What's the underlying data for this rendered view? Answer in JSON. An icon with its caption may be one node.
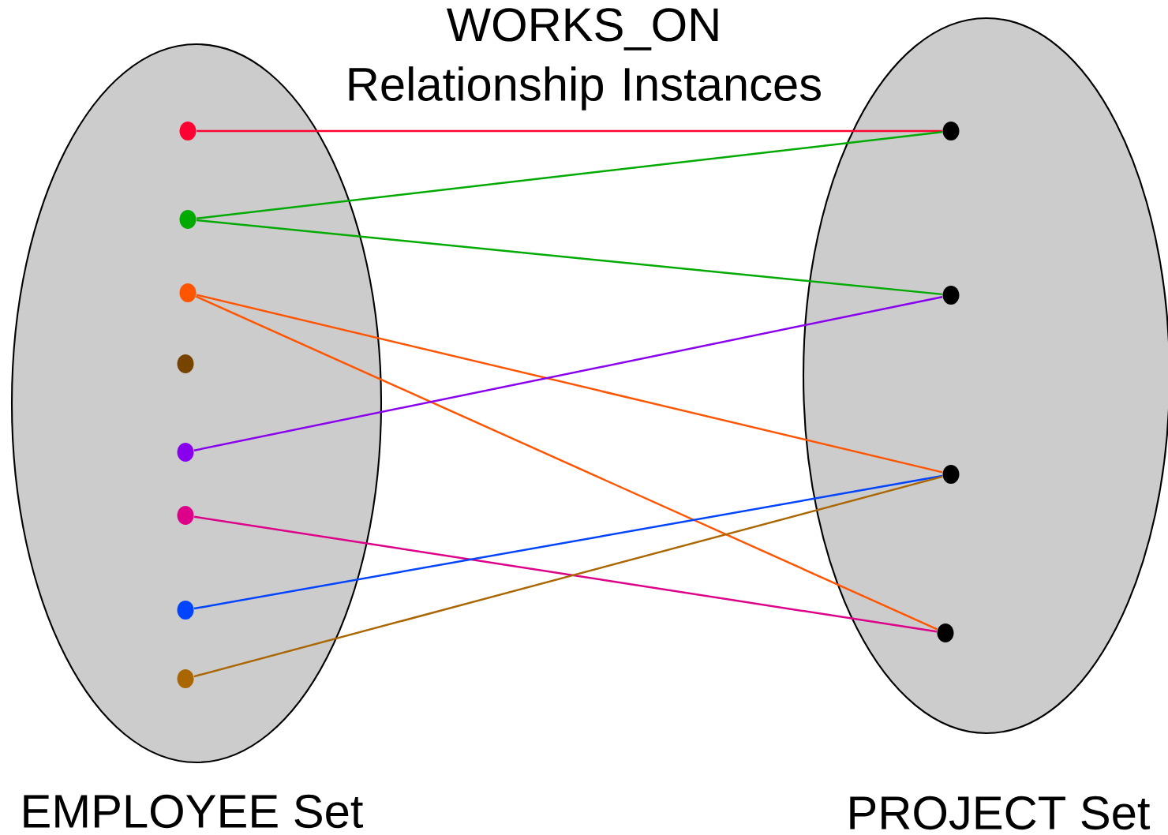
{
  "diagram": {
    "title": "WORKS_ON Relationship Instances",
    "nodes": [
      {
        "text": [
          "EMPLOYEE Set"
        ]
      },
      {
        "text": [
          "PROJECT Set"
        ]
      },
      {
        "text": [],
        "shape": "circle",
        "in": 0
      },
      {
        "text": [],
        "shape": "circle",
        "in": 0
      },
      {
        "text": [],
        "shape": "circle",
        "in": 0
      },
      {
        "text": [],
        "shape": "circle",
        "in": 0
      },
      {
        "text": [],
        "shape": "circle",
        "in": 0
      },
      {
        "text": [],
        "shape": "circle",
        "in": 0
      },
      {
        "text": [],
        "shape": "circle",
        "in": 0
      },
      {
        "text": [],
        "shape": "circle",
        "in": 0
      },
      {
        "text": [],
        "shape": "circle",
        "in": 1
      },
      {
        "text": [],
        "shape": "circle",
        "in": 1
      },
      {
        "text": [],
        "shape": "circle",
        "in": 1
      },
      {
        "text": [],
        "shape": "circle",
        "in": 1
      }
    ],
    "edges": [
      {
        "from": 2,
        "to": 10,
        "arrow": "none",
        "color": "#ff0033"
      },
      {
        "from": 3,
        "to": 10,
        "arrow": "none",
        "color": "#00aa00"
      },
      {
        "from": 3,
        "to": 11,
        "arrow": "none",
        "color": "#00aa00"
      },
      {
        "from": 4,
        "to": 12,
        "arrow": "none",
        "color": "#ff5500"
      },
      {
        "from": 4,
        "to": 13,
        "arrow": "none",
        "color": "#ff5500"
      },
      {
        "from": 6,
        "to": 11,
        "arrow": "none",
        "color": "#8800ee"
      },
      {
        "from": 7,
        "to": 13,
        "arrow": "none",
        "color": "#dd0088"
      },
      {
        "from": 8,
        "to": 12,
        "arrow": "none",
        "color": "#0044ff"
      },
      {
        "from": 9,
        "to": 12,
        "arrow": "none",
        "color": "#aa6600"
      }
    ]
  }
}
